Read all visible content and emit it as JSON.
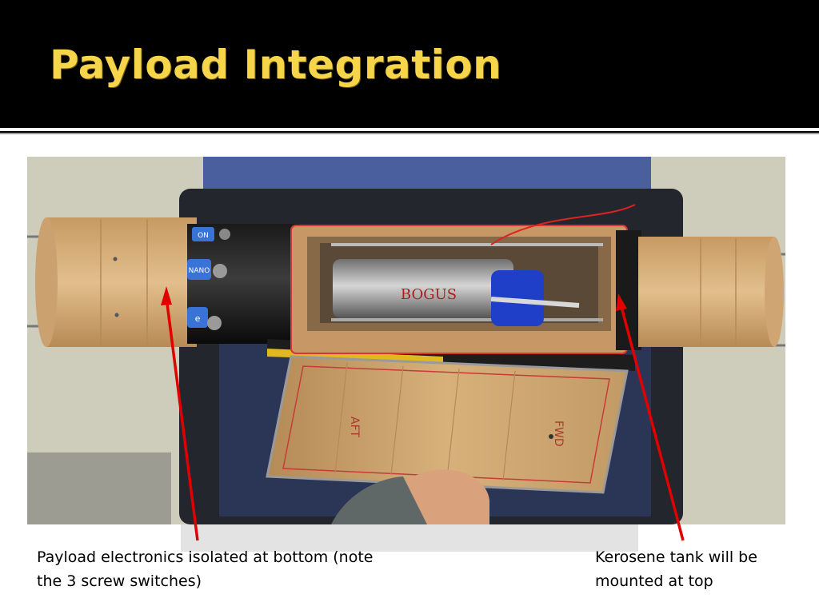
{
  "slide": {
    "title": "Payload Integration",
    "caption_left": "Payload electronics isolated at bottom (note the 3 screw switches)",
    "caption_right": "Kerosene tank will be mounted at top",
    "colors": {
      "background": "#000000",
      "title": "#f6d54a",
      "content_background": "#ffffff",
      "arrow": "#e00000"
    }
  },
  "photo": {
    "cover_labels": [
      "AFT",
      "FWD"
    ],
    "switch_labels": [
      "ON",
      "NANO",
      "e"
    ]
  }
}
